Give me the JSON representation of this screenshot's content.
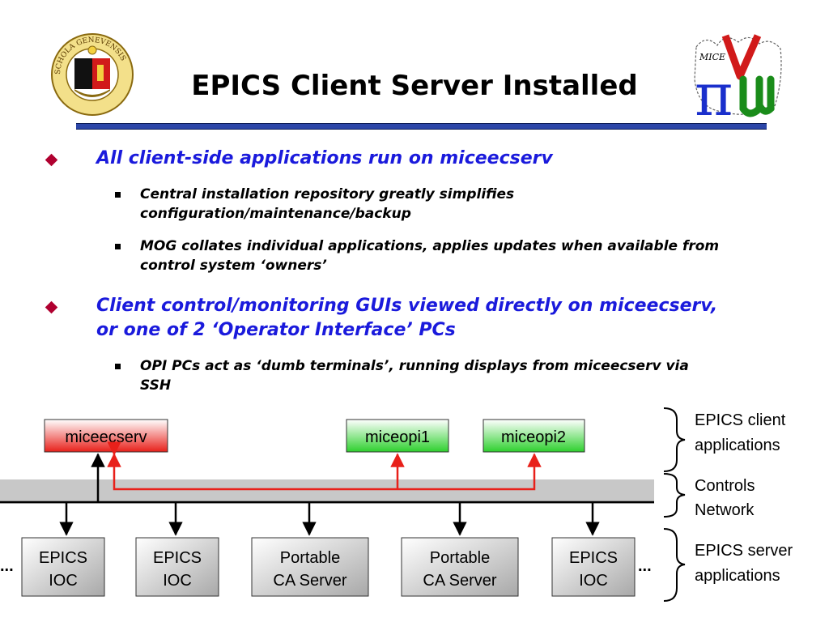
{
  "title": "EPICS Client Server Installed",
  "logos": {
    "left_seal_text": "SCHOLA GENEVENSIS",
    "right_logo_text": "MICE"
  },
  "bullets": [
    {
      "text": "All client-side applications run on miceecserv",
      "sub": [
        {
          "line1": "Central installation repository greatly simplifies",
          "line2": "configuration/maintenance/backup"
        },
        {
          "line1": "MOG collates individual applications, applies updates when available from",
          "line2": "control system ‘owners’"
        }
      ]
    },
    {
      "line1": "Client control/monitoring GUIs viewed directly on miceecserv,",
      "line2": "or one of 2 ‘Operator Interface’ PCs",
      "sub": [
        {
          "line1": "OPI PCs act as ‘dumb terminals’, running displays from miceecserv via",
          "line2": "SSH"
        }
      ]
    }
  ],
  "diagram": {
    "clients": [
      {
        "label": "miceecserv",
        "color": "red"
      },
      {
        "label": "miceopi1",
        "color": "green"
      },
      {
        "label": "miceopi2",
        "color": "green"
      }
    ],
    "servers": [
      {
        "line1": "EPICS",
        "line2": "IOC"
      },
      {
        "line1": "EPICS",
        "line2": "IOC"
      },
      {
        "line1": "Portable",
        "line2": "CA Server"
      },
      {
        "line1": "Portable",
        "line2": "CA Server"
      },
      {
        "line1": "EPICS",
        "line2": "IOC"
      }
    ],
    "ellipsis": "...",
    "legend": [
      {
        "line1": "EPICS client",
        "line2": "applications"
      },
      {
        "line1": "Controls",
        "line2": "Network"
      },
      {
        "line1": "EPICS server",
        "line2": "applications"
      }
    ]
  }
}
